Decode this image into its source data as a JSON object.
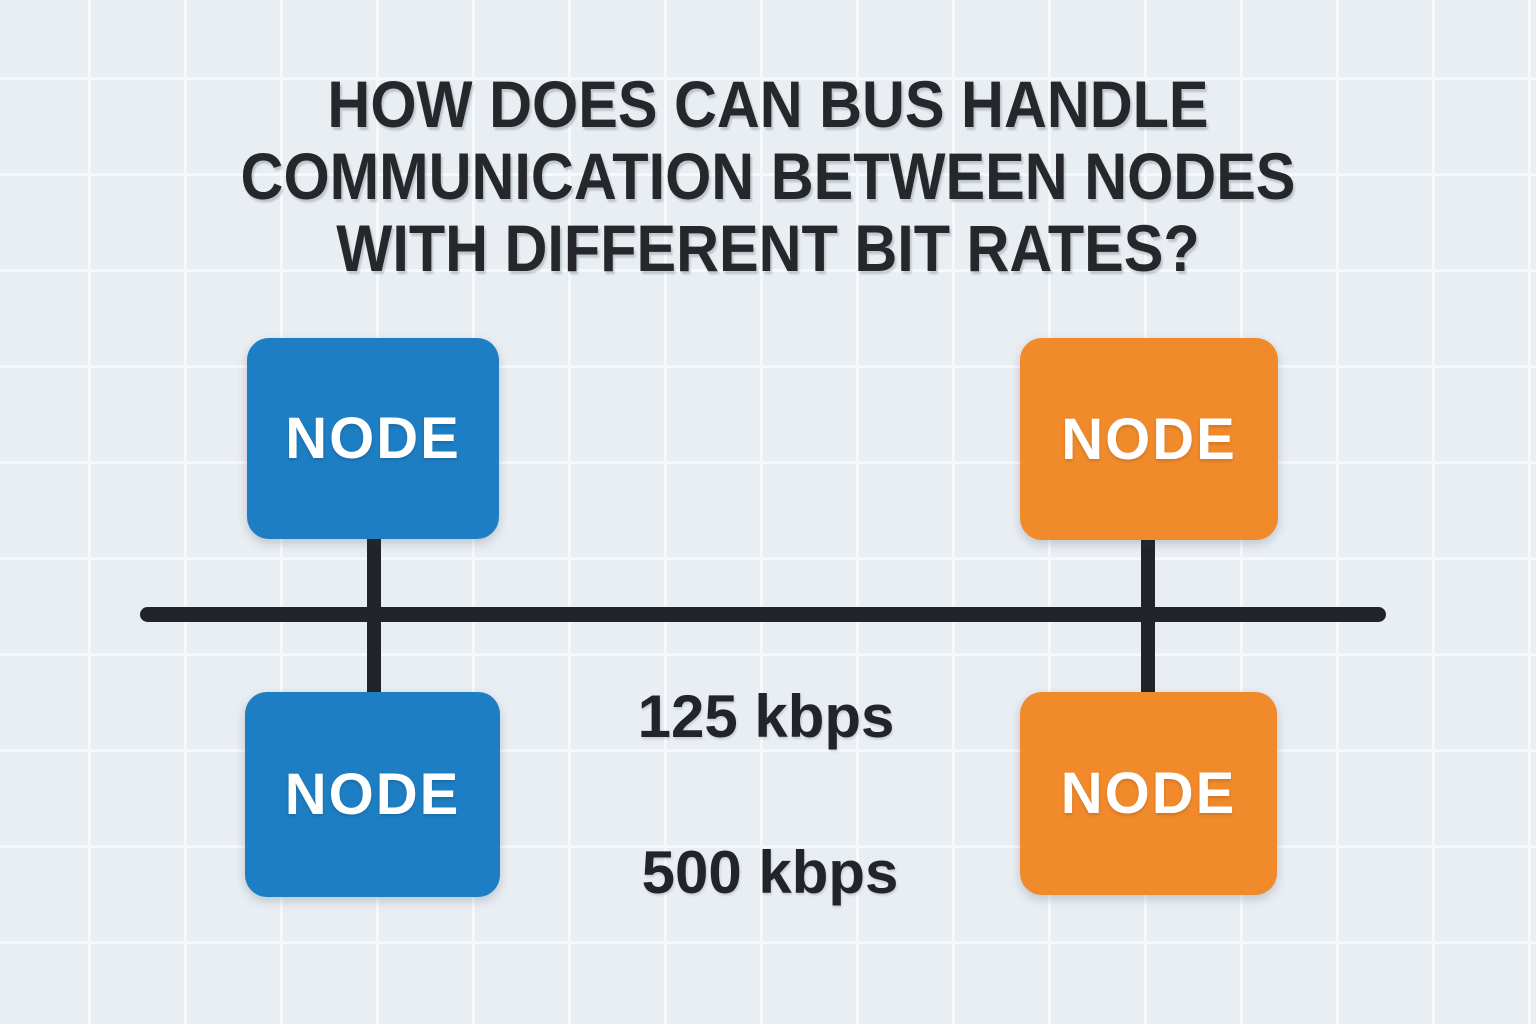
{
  "title": {
    "lines": [
      "HOW DOES CAN BUS HANDLE",
      "COMMUNICATION BETWEEN NODES",
      "WITH DIFFERENT BIT RATES?"
    ]
  },
  "colors": {
    "background": "#e9eef3",
    "grid_line": "#f6f9fb",
    "title_text": "#26272b",
    "bus_line": "#212529",
    "node_blue": "#1e7ec3",
    "node_orange": "#f18a2b",
    "node_text": "#ffffff",
    "rate_label_text": "#212529"
  },
  "diagram": {
    "nodes": [
      {
        "id": "node-top-left",
        "label": "NODE",
        "color": "#1e7ec3"
      },
      {
        "id": "node-top-right",
        "label": "NODE",
        "color": "#f18a2b"
      },
      {
        "id": "node-bottom-left",
        "label": "NODE",
        "color": "#1e7ec3"
      },
      {
        "id": "node-bottom-right",
        "label": "NODE",
        "color": "#f18a2b"
      }
    ],
    "bus": {
      "labels": [
        {
          "id": "bit-rate-1",
          "text": "125 kbps"
        },
        {
          "id": "bit-rate-2",
          "text": "500 kbps"
        }
      ]
    }
  }
}
